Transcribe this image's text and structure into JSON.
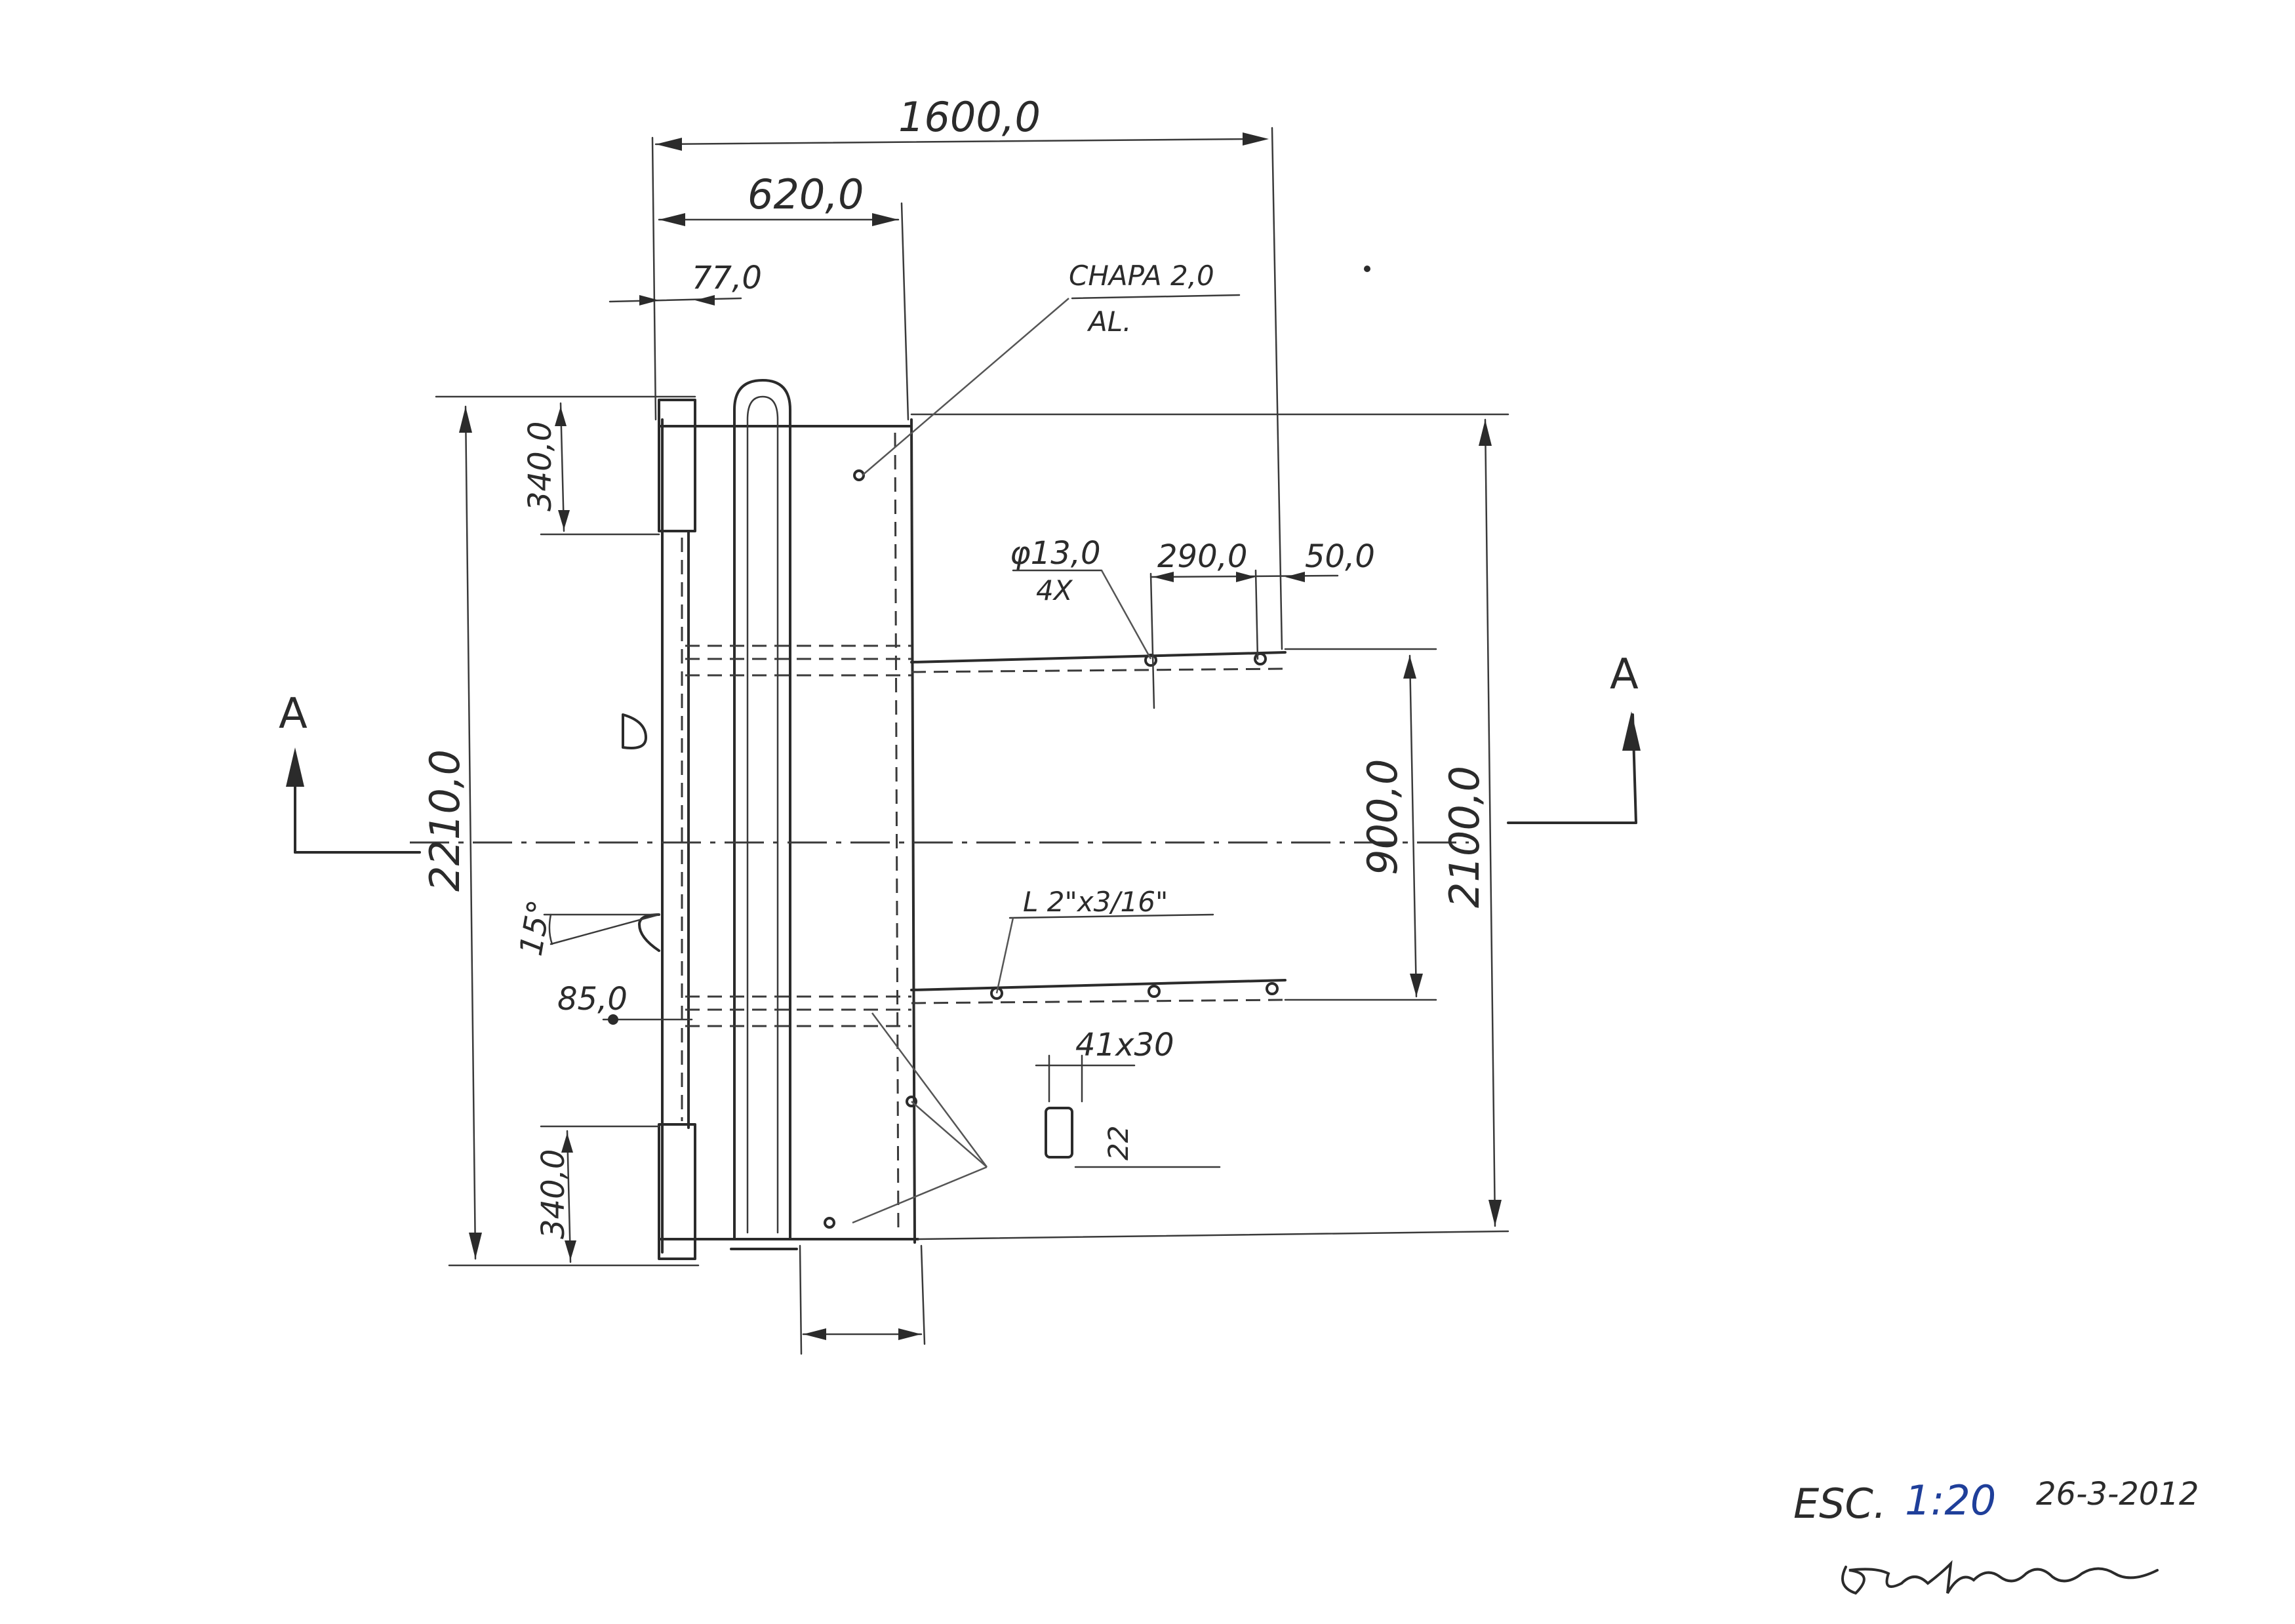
{
  "dimensions": {
    "overall_width": "1600,0",
    "partial_width": "620,0",
    "offset": "77,0",
    "overall_height_left": "2210,0",
    "overall_height_right": "2100,0",
    "angle_spacing": "900,0",
    "top_tab_height": "340,0",
    "bottom_tab_height": "340,0",
    "hole_spacing": "290,0",
    "edge_offset": "50,0",
    "handle_offset": "85,0",
    "angle": "15°",
    "hole_diameter": "φ13,0",
    "hole_count": "4X",
    "slot_size": "41x30",
    "slot_depth": "22"
  },
  "notes": {
    "sheet_line1": "CHAPA 2,0",
    "sheet_line2": "AL.",
    "angle_profile": "L 2\"x3/16\""
  },
  "section": {
    "left_label": "A",
    "right_label": "A"
  },
  "title_block": {
    "scale_prefix": "ESC.",
    "scale_value": "1:20",
    "date": "26-3-2012"
  },
  "colors": {
    "ink": "#2b2b2b",
    "scale_blue": "#1f3f9a",
    "paper": "#ffffff"
  }
}
